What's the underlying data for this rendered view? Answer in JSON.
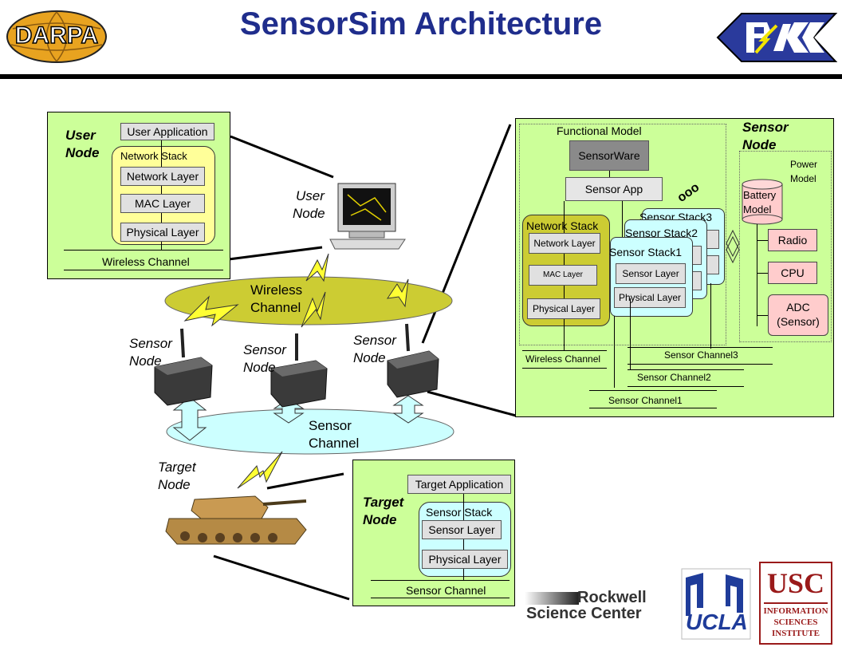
{
  "title": "SensorSim Architecture",
  "logos": {
    "darpa": "DARPA",
    "rockwell_1": "Rockwell",
    "rockwell_2": "Science Center",
    "ucla": "UCLA",
    "usc": "USC",
    "usc_sub": [
      "INFORMATION",
      "SCIENCES",
      "INSTITUTE"
    ]
  },
  "user_node": {
    "title_1": "User",
    "title_2": "Node",
    "app": "User Application",
    "network_stack": "Network Stack",
    "network_layer": "Network Layer",
    "mac_layer": "MAC Layer",
    "physical_layer": "Physical Layer",
    "channel": "Wireless Channel"
  },
  "center": {
    "user_node_1": "User",
    "user_node_2": "Node",
    "wireless_channel_1": "Wireless",
    "wireless_channel_2": "Channel",
    "sensor_node_1": "Sensor",
    "sensor_node_2": "Node",
    "sensor_channel_1": "Sensor",
    "sensor_channel_2": "Channel",
    "target_node_1": "Target",
    "target_node_2": "Node"
  },
  "target_node": {
    "title_1": "Target",
    "title_2": "Node",
    "app": "Target Application",
    "sensor_stack": "Sensor Stack",
    "sensor_layer": "Sensor Layer",
    "physical_layer": "Physical Layer",
    "channel": "Sensor Channel"
  },
  "sensor_node": {
    "title_1": "Sensor",
    "title_2": "Node",
    "functional_model": "Functional Model",
    "sensorware": "SensorWare",
    "sensor_app": "Sensor App",
    "network_stack": "Network Stack",
    "network_layer": "Network Layer",
    "mac_layer": "MAC Layer",
    "physical_layer": "Physical Layer",
    "sensor_stack3": "Sensor Stack3",
    "sensor_stack2": "Sensor Stack2",
    "sensor_stack1": "Sensor Stack1",
    "sensor_layer": "Sensor Layer",
    "stack_physical_layer": "Physical Layer",
    "power_model_1": "Power",
    "power_model_2": "Model",
    "battery_1": "Battery",
    "battery_2": "Model",
    "radio": "Radio",
    "cpu": "CPU",
    "adc_1": "ADC",
    "adc_2": "(Sensor)",
    "wireless_channel": "Wireless Channel",
    "sensor_channel3": "Sensor Channel3",
    "sensor_channel2": "Sensor Channel2",
    "sensor_channel1": "Sensor Channel1"
  },
  "colors": {
    "title": "#1f2d8c",
    "panel": "#ccff99",
    "stack": "#ffff99",
    "wireless": "#cccc33",
    "sensor_channel": "#ccffff",
    "power": "#ffcccc"
  }
}
